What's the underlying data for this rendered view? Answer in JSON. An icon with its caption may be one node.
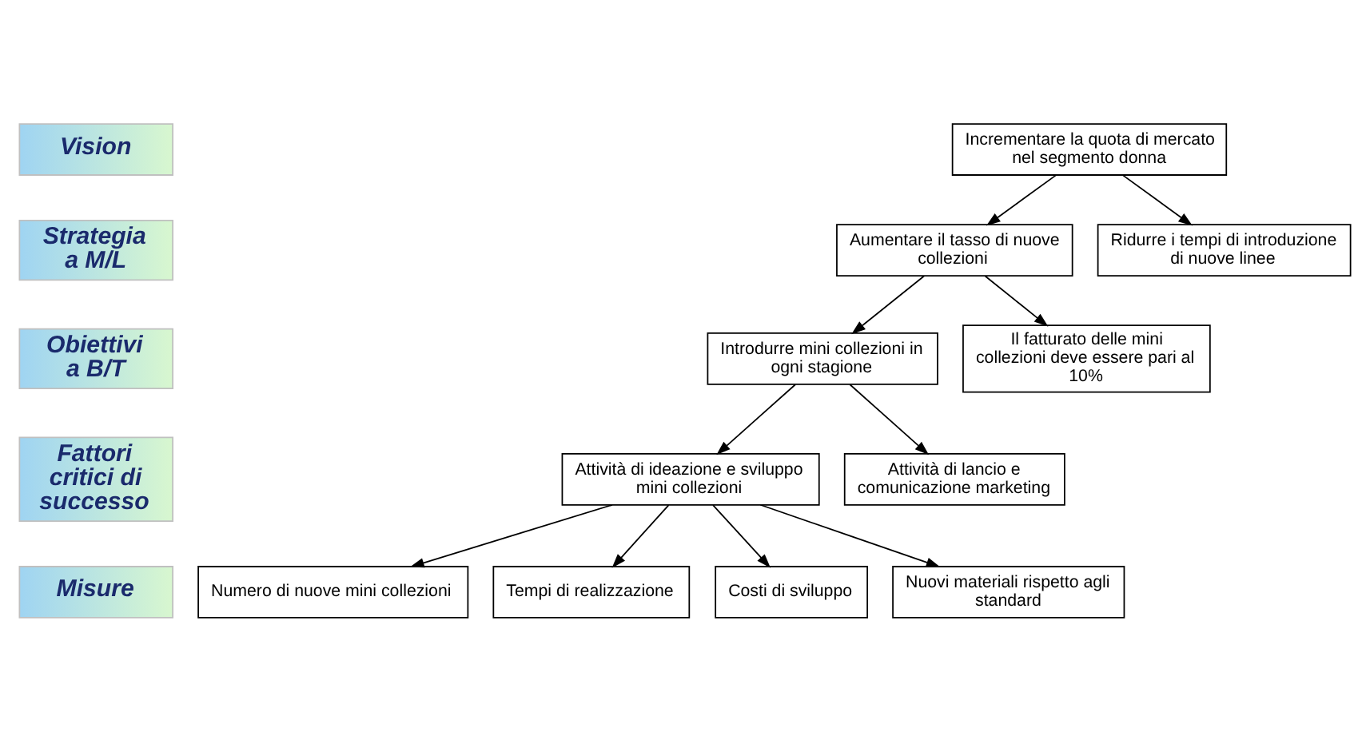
{
  "diagram": {
    "nodes": [
      {
        "text": [
          "Vision"
        ]
      },
      {
        "text": [
          "Strategia a M/L"
        ]
      },
      {
        "text": [
          "Obiettivi a B/T"
        ]
      },
      {
        "text": [
          "Fattori critici di successo"
        ]
      },
      {
        "text": [
          "Misure"
        ]
      },
      {
        "text": [
          "Incrementare la quota di mercato nel segmento donna"
        ]
      },
      {
        "text": [
          "Aumentare il tasso di nuove collezioni"
        ]
      },
      {
        "text": [
          "Ridurre i tempi di introduzione di nuove linee"
        ]
      },
      {
        "text": [
          "Introdurre mini collezioni in ogni stagione"
        ]
      },
      {
        "text": [
          "Il fatturato delle mini collezioni deve essere pari al 10%"
        ]
      },
      {
        "text": [
          "Attività di ideazione e sviluppo mini collezioni"
        ]
      },
      {
        "text": [
          "Attività di lancio e comunicazione marketing"
        ]
      },
      {
        "text": [
          "Numero di nuove mini collezioni"
        ]
      },
      {
        "text": [
          "Tempi di realizzazione"
        ]
      },
      {
        "text": [
          "Costi di sviluppo"
        ]
      },
      {
        "text": [
          "Nuovi materiali rispetto agli standard"
        ]
      }
    ],
    "edges": [
      {
        "from": 5,
        "to": 6,
        "arrow": "to"
      },
      {
        "from": 5,
        "to": 7,
        "arrow": "to"
      },
      {
        "from": 6,
        "to": 8,
        "arrow": "to"
      },
      {
        "from": 6,
        "to": 9,
        "arrow": "to"
      },
      {
        "from": 8,
        "to": 10,
        "arrow": "to"
      },
      {
        "from": 8,
        "to": 11,
        "arrow": "to"
      },
      {
        "from": 10,
        "to": 12,
        "arrow": "to"
      },
      {
        "from": 10,
        "to": 13,
        "arrow": "to"
      },
      {
        "from": 10,
        "to": 14,
        "arrow": "to"
      },
      {
        "from": 10,
        "to": 15,
        "arrow": "to"
      }
    ]
  }
}
